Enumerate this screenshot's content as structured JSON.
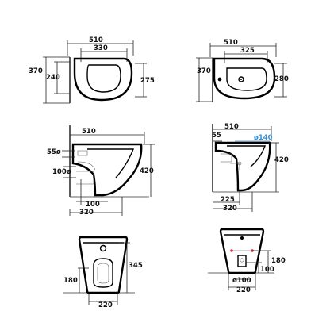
{
  "views": {
    "wc_top": {
      "width_total": "510",
      "width_inner": "330",
      "depth_total": "370",
      "depth_bowl": "240",
      "depth_rim": "275"
    },
    "bidet_top": {
      "width_total": "510",
      "width_inner": "325",
      "depth_total": "370",
      "depth_rim": "280"
    },
    "wc_side": {
      "width_total": "510",
      "inlet": "55ø",
      "outlet": "100ø",
      "height": "420",
      "outlet_height": "100",
      "base_depth": "320"
    },
    "bidet_side": {
      "width_total": "510",
      "inlet": "55",
      "tap_dia": "ø140",
      "height": "420",
      "drain_pos": "225",
      "base_depth": "320"
    },
    "wc_front": {
      "height": "345",
      "outlet_height": "180",
      "base_width": "220"
    },
    "bidet_front": {
      "drain": "ø100",
      "height_a": "180",
      "height_b": "100",
      "base_width": "220"
    }
  },
  "colors": {
    "line": "#000000",
    "accent": "#3a8fd0",
    "drain_mark": "#d03a3a"
  }
}
